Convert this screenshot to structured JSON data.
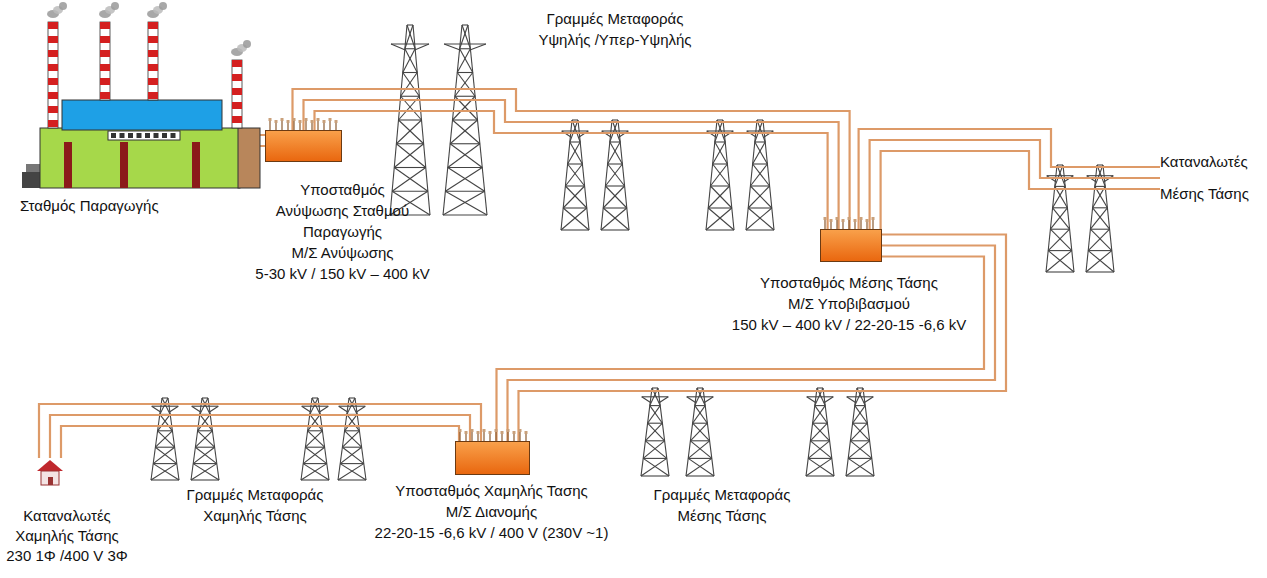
{
  "diagram": {
    "nodes": [
      {
        "text": [
          "Σταθμός Παραγωγής"
        ]
      },
      {
        "text": [
          "Υποσταθμός Ανύψωσης Σταθμού Παραγωγής",
          "Μ/Σ Ανύψωσης",
          "5-30 kV / 150 kV – 400 kV"
        ]
      },
      {
        "text": [
          "Υποσταθμός Μέσης Τάσης",
          "Μ/Σ Υποβιβασμού",
          "150 kV – 400 kV / 22-20-15 -6,6 kV"
        ]
      },
      {
        "text": [
          "Καταναλωτές Μέσης Τάσης"
        ]
      },
      {
        "text": [
          "Υποσταθμός Χαμηλής Τασης",
          "Μ/Σ Διανομής",
          "22-20-15 -6,6 kV / 400 V (230V ~1)"
        ]
      },
      {
        "text": [
          "Καταναλωτές Χαμηλής Τάσης",
          "230 1Φ /400 V 3Φ"
        ]
      }
    ],
    "edges": [
      {
        "from": 0,
        "to": 1,
        "arrow": "none"
      },
      {
        "from": 1,
        "to": 2,
        "arrow": "none"
      },
      {
        "from": 2,
        "to": 3,
        "arrow": "none"
      },
      {
        "from": 2,
        "to": 4,
        "arrow": "none"
      },
      {
        "from": 4,
        "to": 5,
        "arrow": "none"
      }
    ],
    "labels": [
      "Γραμμές Μεταφοράς Υψηλής /Υπερ-Υψηλής",
      "Γραμμές Μεταφοράς Μέσης Τάσης",
      "Γραμμές Μεταφοράς Χαμηλής Τάσης"
    ]
  }
}
